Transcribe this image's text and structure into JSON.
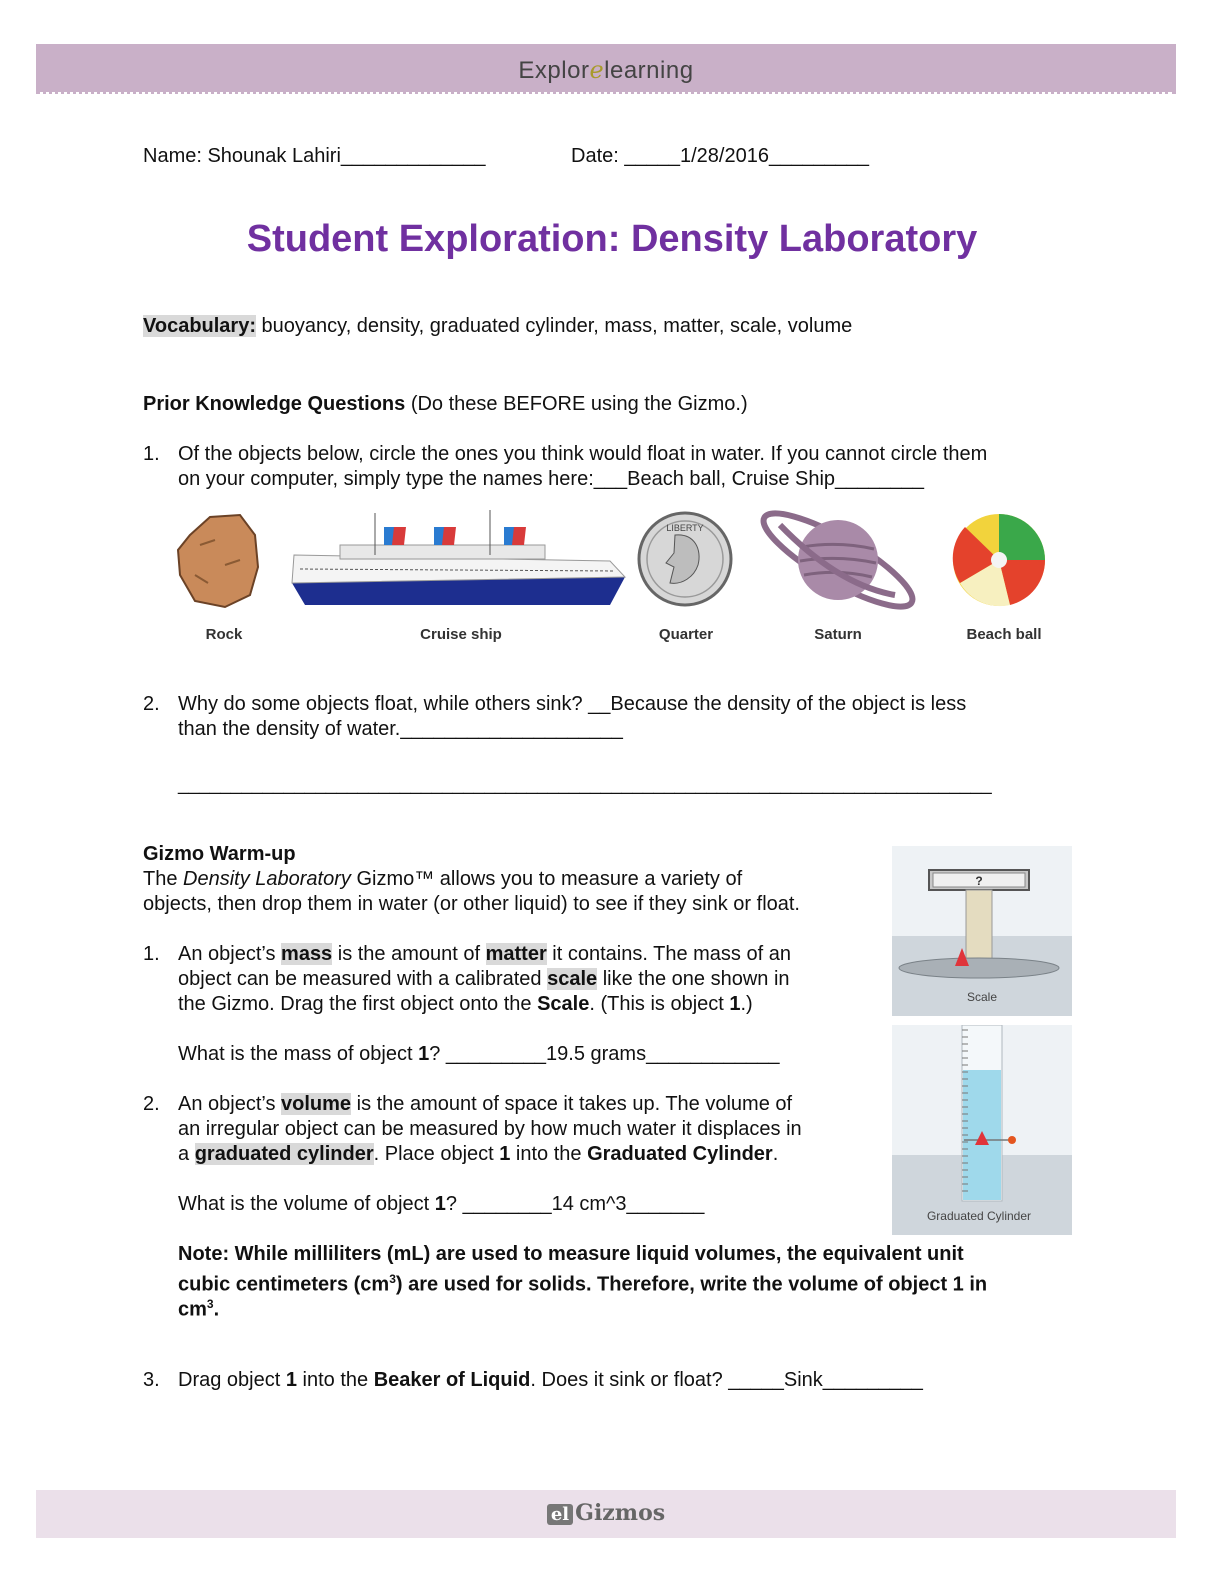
{
  "header": {
    "brand_pre": "Explor",
    "brand_mark": "e",
    "brand_post": "learning"
  },
  "student": {
    "name_label": "Name: Shounak Lahiri_____________",
    "date_label": "Date: _____1/28/2016_________"
  },
  "title": "Student Exploration: Density Laboratory",
  "vocabulary": {
    "label": "Vocabulary:",
    "terms": " buoyancy, density, graduated cylinder, mass, matter, scale, volume"
  },
  "prior_knowledge": {
    "heading": "Prior Knowledge Questions",
    "note": " (Do these BEFORE using the Gizmo.)",
    "q1_num": "1.",
    "q1_line1": "Of the objects below, circle the ones you think would float in water. If you cannot circle them",
    "q1_line2": "on your computer, simply type the names here:___Beach ball, Cruise Ship________",
    "objects": [
      "Rock",
      "Cruise ship",
      "Quarter",
      "Saturn",
      "Beach ball"
    ],
    "quarter_text": "LIBERTY",
    "q2_num": "2.",
    "q2_line1": "Why do some objects float, while others sink?  __Because the density of the object is less",
    "q2_line2": "than the density of water.____________________",
    "q2_line3": "_____________________________________________________________________________"
  },
  "warmup": {
    "heading": "Gizmo Warm-up",
    "intro_pre": "The ",
    "intro_em": "Density Laboratory",
    "intro_post": " Gizmo™ allows you to measure a variety of",
    "intro_line2": "objects, then drop them in water (or other liquid) to see if they sink or float.",
    "q1": {
      "num": "1.",
      "l1_a": "An object’s ",
      "l1_b": "mass",
      "l1_c": " is the amount of ",
      "l1_d": "matter",
      "l1_e": " it contains. The mass of an",
      "l2_a": "object can be measured with a calibrated ",
      "l2_b": "scale",
      "l2_c": " like the one shown in",
      "l3_a": "the Gizmo. Drag the first object onto the ",
      "l3_b": "Scale",
      "l3_c": ". (This is object ",
      "l3_d": "1",
      "l3_e": ".)",
      "ask_a": "What is the mass of object ",
      "ask_b": "1",
      "ask_c": "? _________19.5 grams____________"
    },
    "q2": {
      "num": "2.",
      "l1_a": "An object’s ",
      "l1_b": "volume",
      "l1_c": " is the amount of space it takes up. The volume of",
      "l2": "an irregular object can be measured by how much water it displaces in",
      "l3_a": "a ",
      "l3_b": "graduated cylinder",
      "l3_c": ". Place object ",
      "l3_d": "1",
      "l3_e": " into the ",
      "l3_f": "Graduated Cylinder",
      "l3_g": ".",
      "ask_a": "What is the volume of object ",
      "ask_b": "1",
      "ask_c": "? ________14 cm^3_______"
    },
    "note": {
      "l1": "Note: While milliliters (mL) are used to measure liquid volumes, the equivalent unit",
      "l2_a": "cubic centimeters (cm",
      "l2_sup": "3",
      "l2_b": ") are used for solids. Therefore, write the volume of object 1 in",
      "l3_a": "cm",
      "l3_sup": "3",
      "l3_b": "."
    },
    "q3": {
      "num": "3.",
      "a": "Drag object ",
      "b": "1",
      "c": " into the ",
      "d": "Beaker of Liquid",
      "e": ". Does it sink or float? _____Sink_________"
    },
    "scale_panel": {
      "display": "?",
      "label": "Scale"
    },
    "cylinder_panel": {
      "label": "Graduated Cylinder"
    }
  },
  "footer": {
    "mark": "el",
    "brand": "Gizmos"
  },
  "colors": {
    "title": "#7030a0",
    "header_band": "#c9b0c8",
    "footer_band": "#ebe0ea",
    "highlight": "#d9d9d9"
  }
}
